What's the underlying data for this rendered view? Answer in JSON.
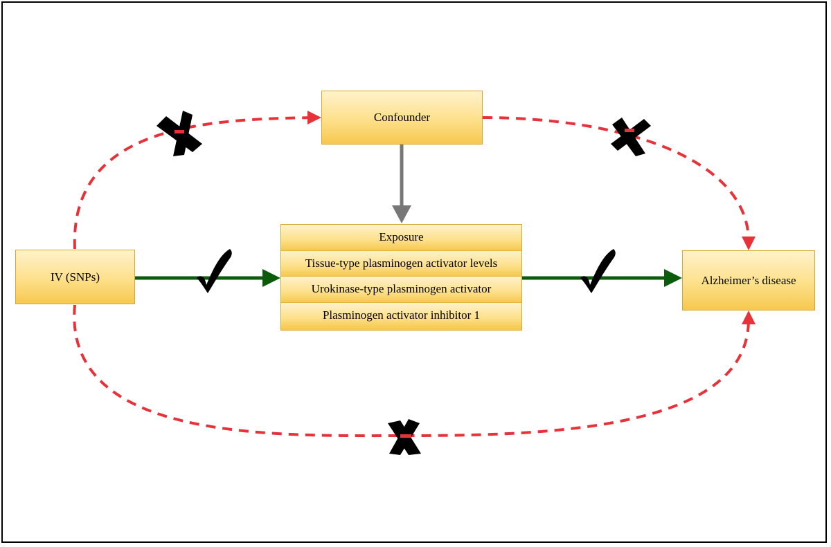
{
  "nodes": {
    "confounder": "Confounder",
    "instrument": "IV (SNPs)",
    "outcome": "Alzheimer’s disease",
    "exposure": {
      "header": "Exposure",
      "items": [
        "Tissue-type plasminogen activator levels",
        "Urokinase-type plasminogen activator",
        "Plasminogen activator inhibitor 1"
      ]
    }
  },
  "colors": {
    "box_fill": "#fde08a",
    "box_border": "#d6a72c",
    "causal_arrow": "#0a5c0a",
    "excluded_path": "#e8323a",
    "confounder_arrow": "#777777",
    "marks": "#000000"
  },
  "edges": [
    {
      "from": "instrument",
      "to": "exposure",
      "style": "solid",
      "mark": "check-icon"
    },
    {
      "from": "exposure",
      "to": "outcome",
      "style": "solid",
      "mark": "check-icon"
    },
    {
      "from": "confounder",
      "to": "exposure",
      "style": "solid",
      "mark": null
    },
    {
      "from": "instrument",
      "to": "confounder",
      "style": "dashed",
      "mark": "cross-icon"
    },
    {
      "from": "confounder",
      "to": "outcome",
      "style": "dashed",
      "mark": "cross-icon"
    },
    {
      "from": "instrument",
      "to": "outcome",
      "style": "dashed",
      "mark": "cross-icon"
    }
  ]
}
